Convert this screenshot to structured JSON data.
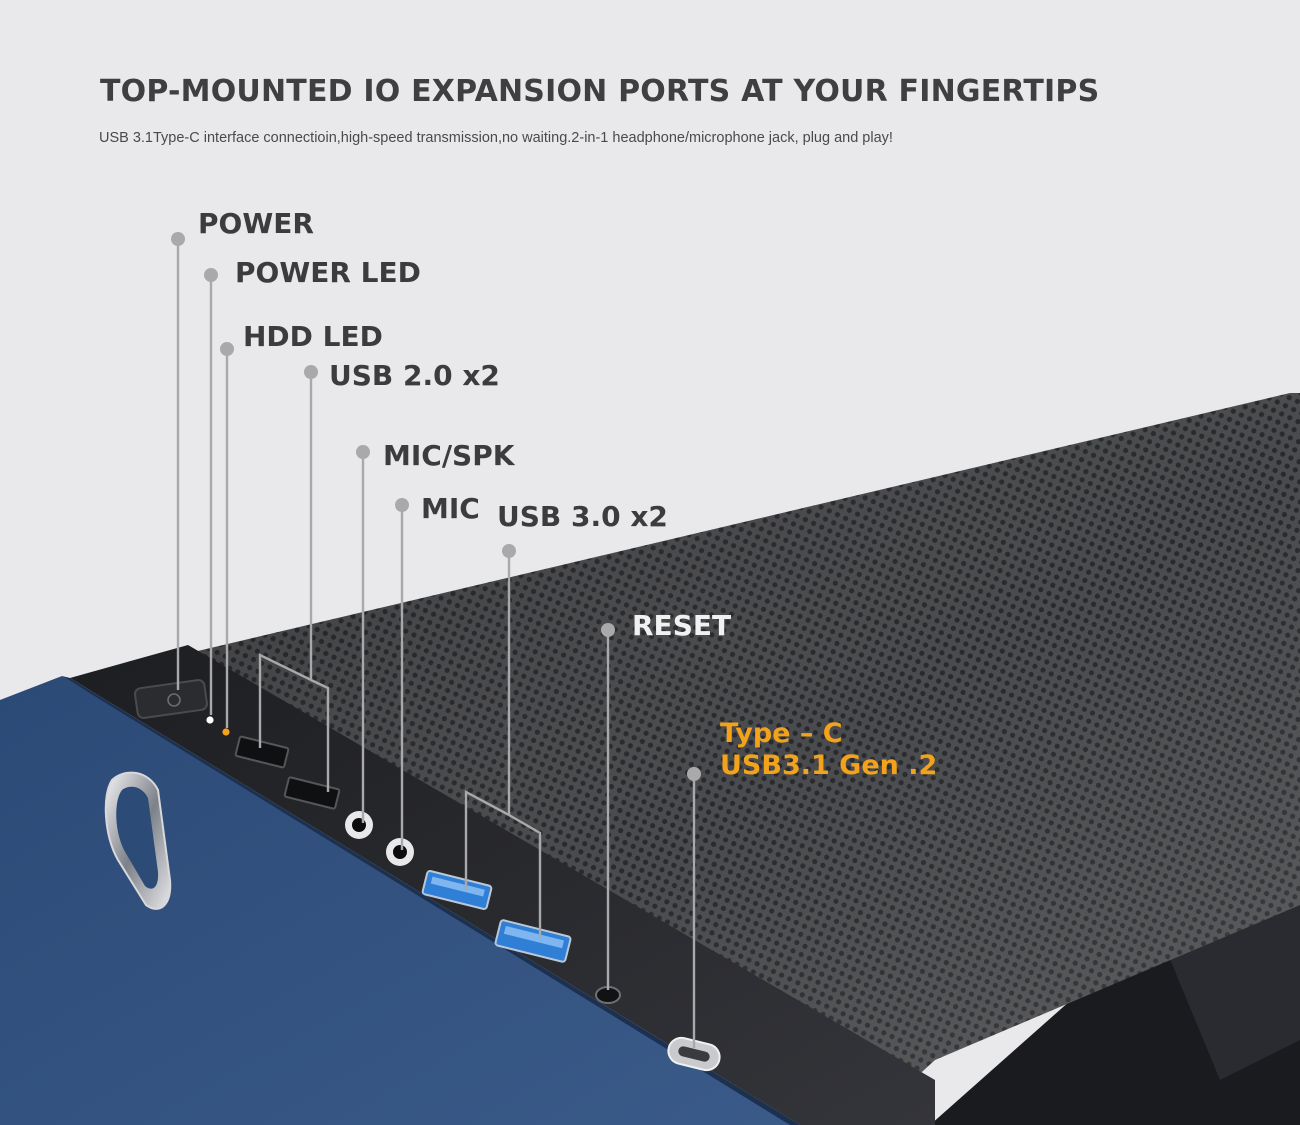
{
  "header": {
    "title": "TOP-MOUNTED IO EXPANSION PORTS AT YOUR FINGERTIPS",
    "subtitle": "USB 3.1Type-C interface connectioin,high-speed transmission,no waiting.2-in-1 headphone/microphone jack, plug and play!"
  },
  "callouts": {
    "power": "POWER",
    "power_led": "POWER LED",
    "hdd_led": "HDD LED",
    "usb2": "USB 2.0 x2",
    "mic_spk": "MIC/SPK",
    "mic": "MIC",
    "usb3": "USB 3.0 x2",
    "reset": "RESET",
    "typec_line1": "Type – C",
    "typec_line2": "USB3.1 Gen .2"
  },
  "colors": {
    "background": "#e9e9eb",
    "case_side_blue": "#2f4e7a",
    "mesh_top": "#3a3b3d",
    "io_strip": "#26272a",
    "usb3_port": "#2f7fd6",
    "accent_text": "#f2a31b",
    "leader_line": "#a9a9ab",
    "power_led": "#ffffff",
    "hdd_led": "#f2a31b"
  }
}
